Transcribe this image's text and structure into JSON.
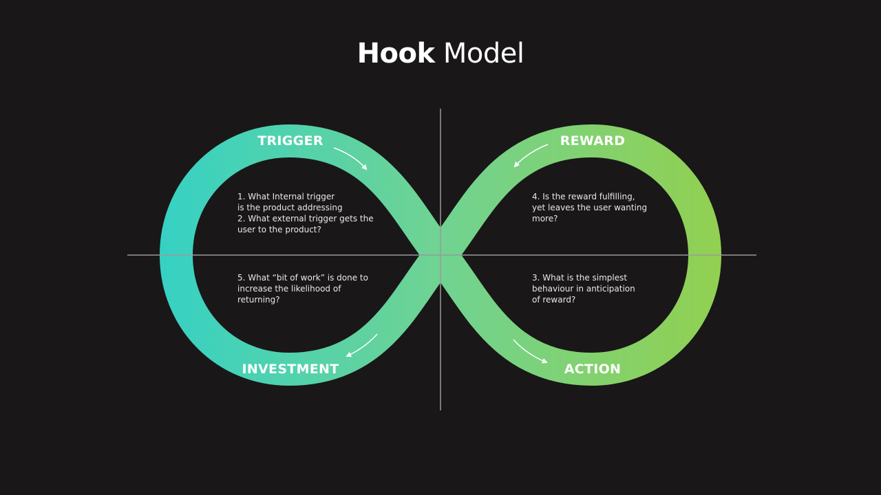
{
  "title": {
    "bold": "Hook",
    "regular": "Model"
  },
  "colors": {
    "background": "#191718",
    "loop_start": "#36d1c4",
    "loop_end": "#92d050",
    "axis": "#9a9a9a",
    "text": "#ffffff"
  },
  "stages": {
    "trigger": {
      "label": "TRIGGER",
      "questions": "1. What Internal trigger\nis the product addressing\n2. What external trigger gets the\nuser to the product?"
    },
    "reward": {
      "label": "REWARD",
      "questions": "4. Is the reward fulfilling,\nyet leaves the user wanting\nmore?"
    },
    "investment": {
      "label": "INVESTMENT",
      "questions": "5. What “bit of work” is done to\nincrease  the likelihood of\nreturning?"
    },
    "action": {
      "label": "ACTION",
      "questions": "3. What is the simplest\nbehaviour in anticipation\nof reward?"
    }
  }
}
